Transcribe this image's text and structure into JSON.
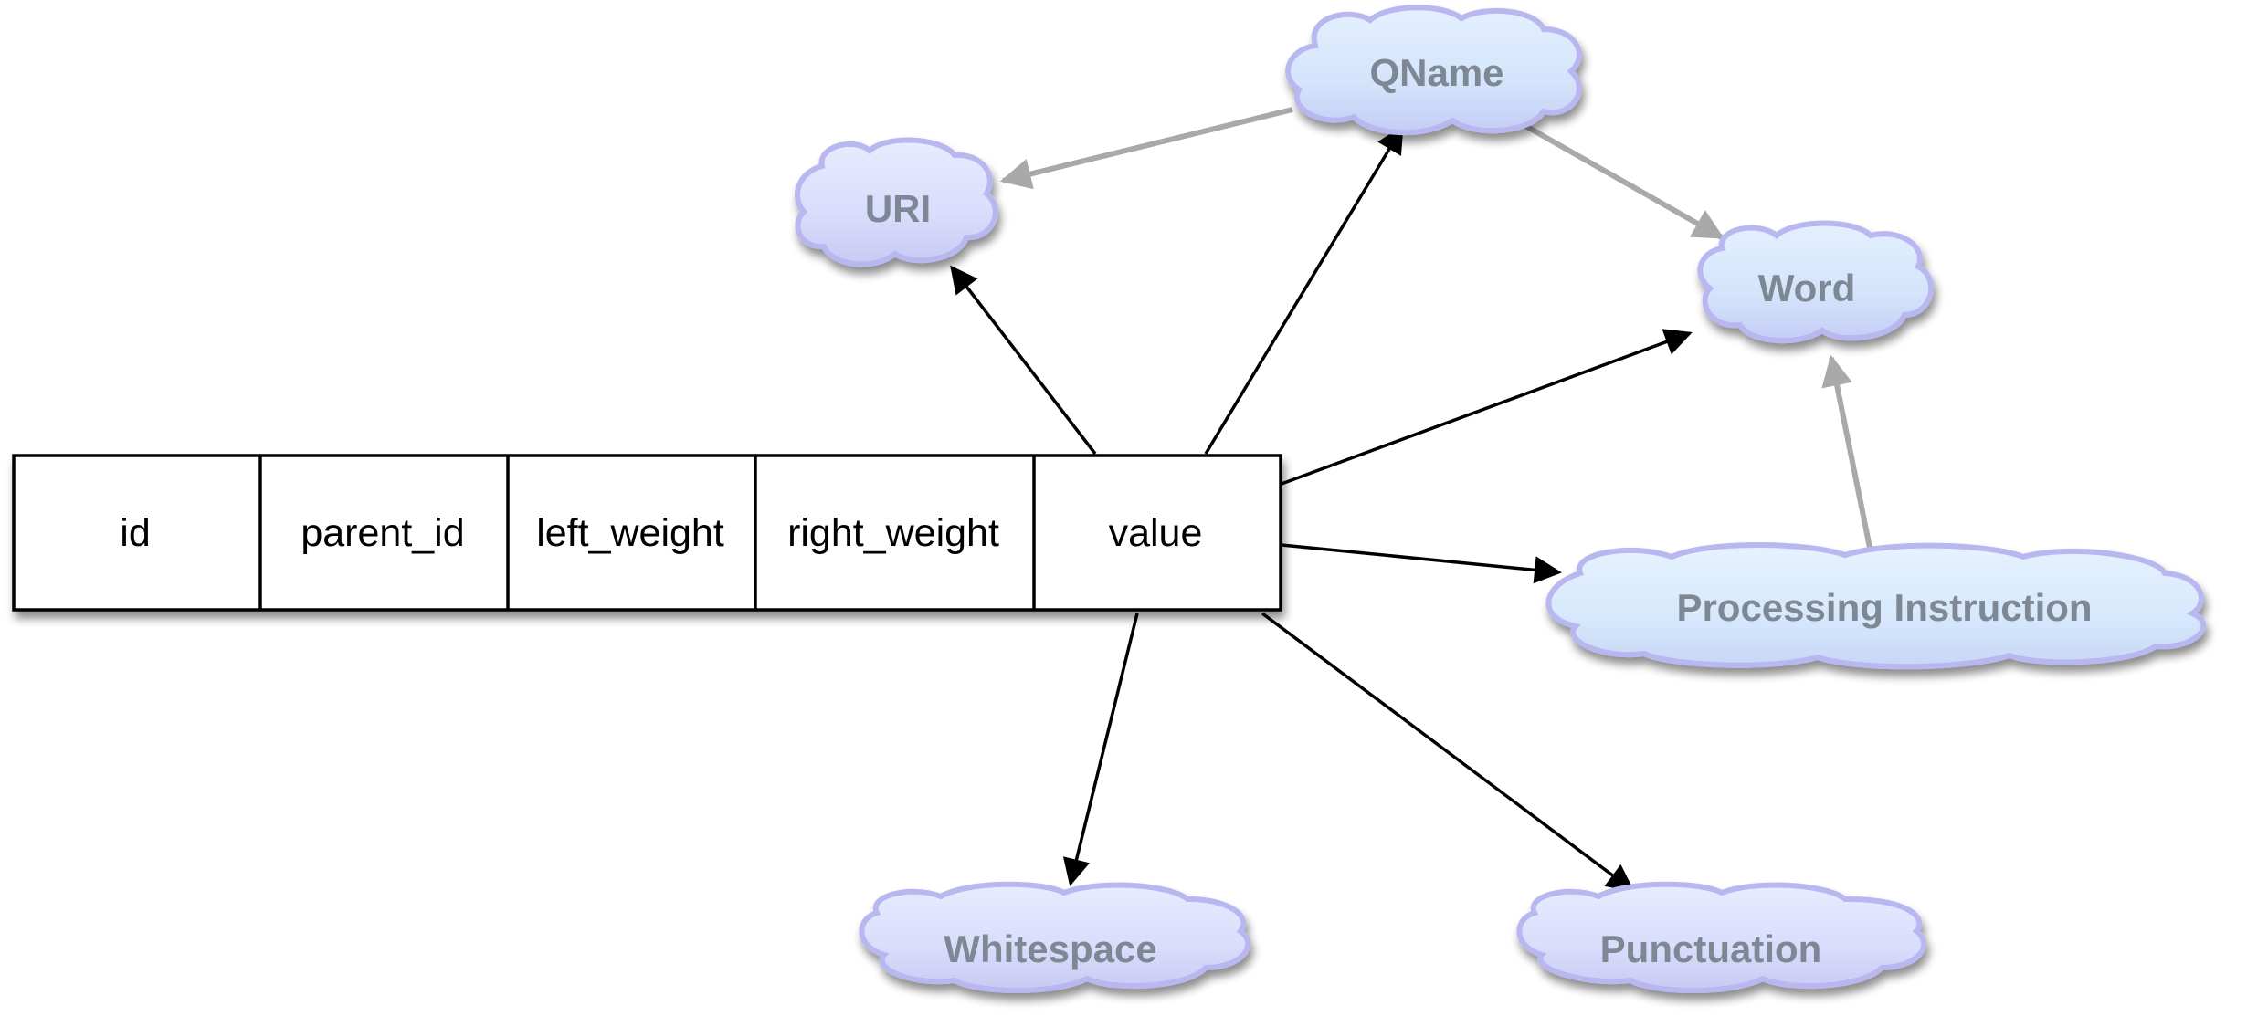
{
  "table": {
    "columns": [
      "id",
      "parent_id",
      "left_weight",
      "right_weight",
      "value"
    ]
  },
  "clouds": {
    "qname": "QName",
    "uri": "URI",
    "word": "Word",
    "processing_instruction": "Processing Instruction",
    "whitespace": "Whitespace",
    "punctuation": "Punctuation"
  },
  "colors": {
    "arrow_primary": "#000000",
    "arrow_secondary": "#a9a9a9",
    "cloud_light": "#dcebff",
    "cloud_dark": "#c7cdf6",
    "label": "#7e8894"
  }
}
